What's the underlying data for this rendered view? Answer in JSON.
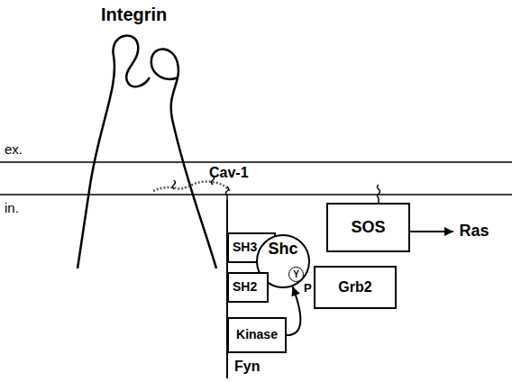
{
  "diagram": {
    "nodes": [
      {
        "text": [
          "SH3"
        ]
      },
      {
        "text": [
          "Shc"
        ]
      },
      {
        "text": [
          "Y"
        ],
        "in": 1
      },
      {
        "text": [
          "SOS"
        ]
      },
      {
        "text": [
          "Ras"
        ]
      },
      {
        "text": [
          "Grb2"
        ]
      },
      {
        "text": [
          "SH2"
        ]
      },
      {
        "text": [
          "Kinase"
        ]
      }
    ],
    "edges": [
      {
        "from": 3,
        "to": 4,
        "arrow": "to"
      },
      {
        "from": 7,
        "to": 1,
        "arrow": "to"
      }
    ],
    "labels": [
      "Integrin",
      "ex.",
      "in.",
      "Cav-1",
      "P",
      "Fyn"
    ]
  }
}
